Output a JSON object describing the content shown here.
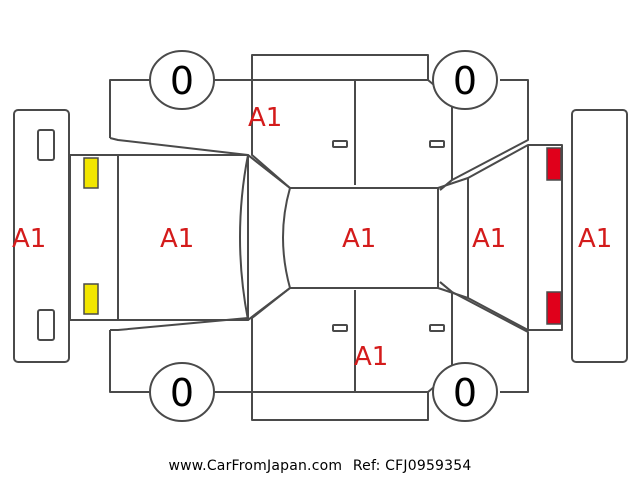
{
  "colors": {
    "outline": "#4a4a4a",
    "grade_text": "#d41b1b",
    "front_lamp_fill": "#f2e600",
    "rear_lamp_fill": "#e0001b"
  },
  "tires": {
    "front_left": "0",
    "rear_left": "0",
    "front_right": "0",
    "rear_right": "0"
  },
  "grades": {
    "front_bumper": "A1",
    "hood": "A1",
    "roof": "A1",
    "rear_hatch": "A1",
    "rear_bumper": "A1",
    "upper_side": "A1",
    "lower_side": "A1"
  },
  "footer": {
    "website": "www.CarFromJapan.com",
    "reference": "Ref: CFJ0959354"
  }
}
